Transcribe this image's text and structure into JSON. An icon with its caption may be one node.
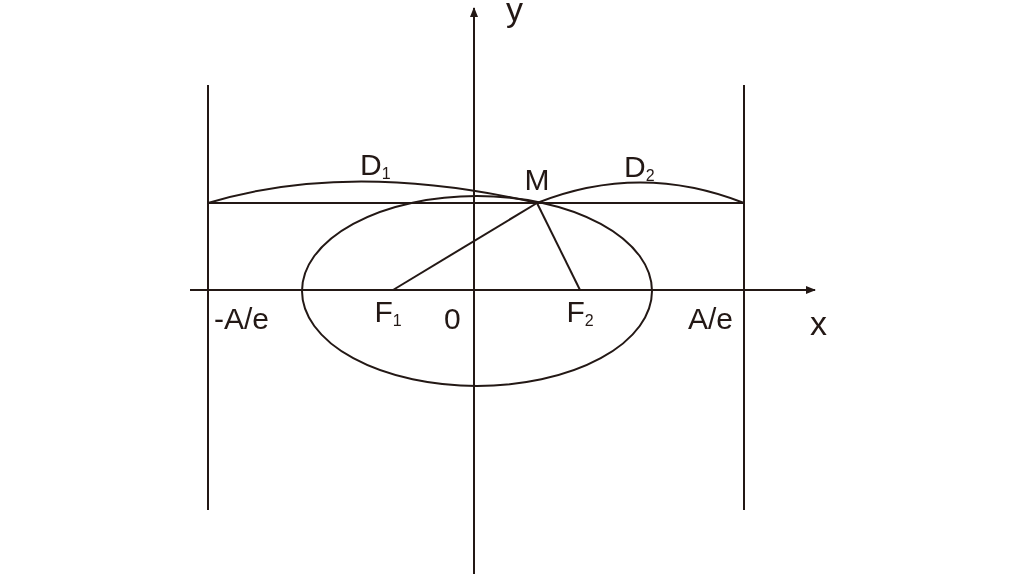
{
  "diagram": {
    "nodes": [
      {
        "text": [
          "M"
        ]
      },
      {
        "text": [
          "F$_{1}$"
        ]
      },
      {
        "text": [
          "F$_{2}$"
        ]
      }
    ],
    "edges": [
      {
        "from": 0,
        "to": 1,
        "arrow": "none"
      },
      {
        "from": 0,
        "to": 2,
        "arrow": "none"
      }
    ],
    "labels": [
      "y",
      "D$_{1}$",
      "D$_{2}$",
      "-A/e",
      "0",
      "A/e",
      "x"
    ]
  }
}
